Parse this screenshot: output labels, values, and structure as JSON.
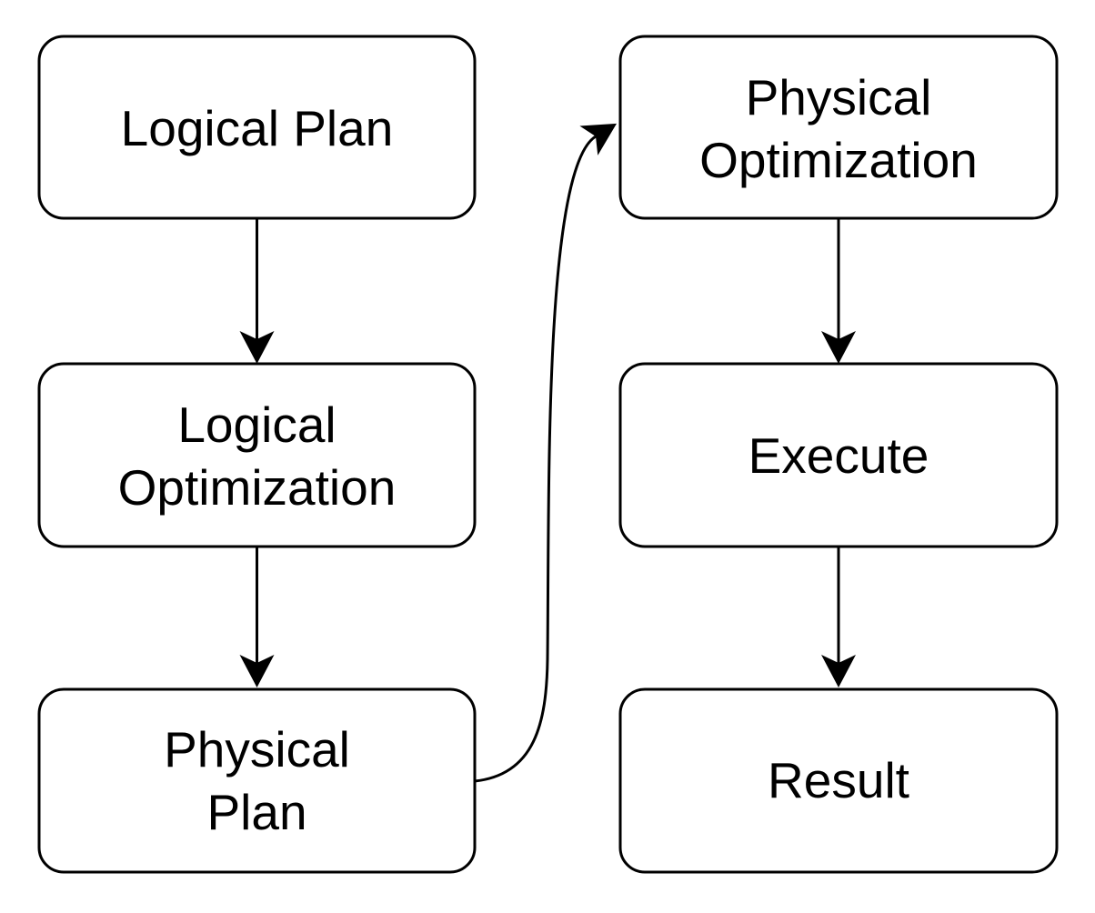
{
  "diagram": {
    "type": "flowchart",
    "colors": {
      "background": "#ffffff",
      "node_fill": "#ffffff",
      "node_stroke": "#000000",
      "text": "#000000",
      "edge_stroke": "#000000"
    },
    "nodes": [
      {
        "id": "logical-plan",
        "label": "Logical Plan",
        "lines": [
          "Logical Plan"
        ]
      },
      {
        "id": "logical-optimization",
        "label": "Logical Optimization",
        "lines": [
          "Logical",
          "Optimization"
        ]
      },
      {
        "id": "physical-plan",
        "label": "Physical Plan",
        "lines": [
          "Physical",
          "Plan"
        ]
      },
      {
        "id": "physical-optimization",
        "label": "Physical Optimization",
        "lines": [
          "Physical",
          "Optimization"
        ]
      },
      {
        "id": "execute",
        "label": "Execute",
        "lines": [
          "Execute"
        ]
      },
      {
        "id": "result",
        "label": "Result",
        "lines": [
          "Result"
        ]
      }
    ],
    "edges": [
      {
        "from": "logical-plan",
        "to": "logical-optimization",
        "style": "straight-down",
        "arrowhead": "classic"
      },
      {
        "from": "logical-optimization",
        "to": "physical-plan",
        "style": "straight-down",
        "arrowhead": "classic"
      },
      {
        "from": "physical-plan",
        "to": "physical-optimization",
        "style": "curved-s",
        "arrowhead": "classic"
      },
      {
        "from": "physical-optimization",
        "to": "execute",
        "style": "straight-down",
        "arrowhead": "classic"
      },
      {
        "from": "execute",
        "to": "result",
        "style": "straight-down",
        "arrowhead": "classic"
      }
    ]
  }
}
